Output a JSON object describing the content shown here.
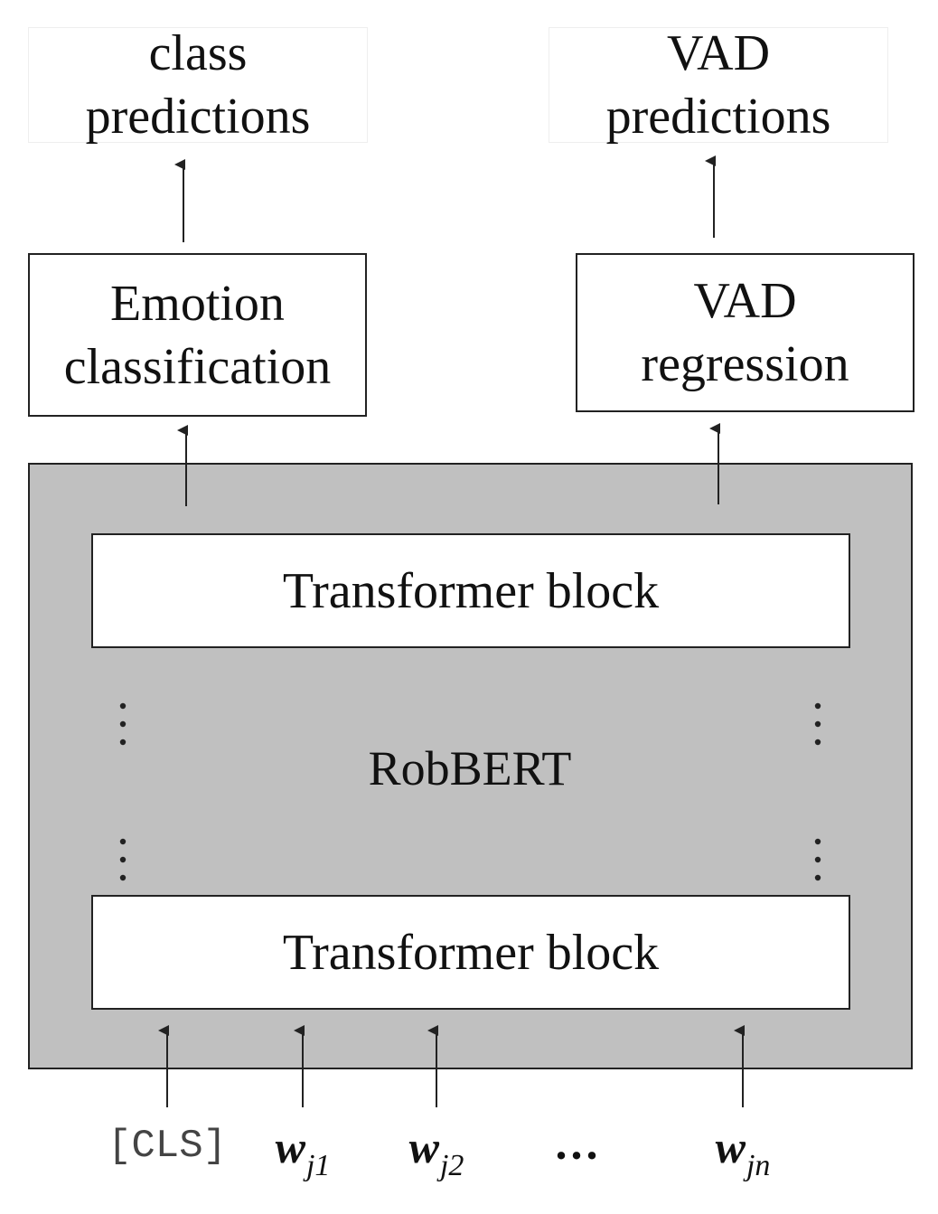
{
  "outputs": {
    "class_predictions": [
      "class",
      "predictions"
    ],
    "vad_predictions": [
      "VAD",
      "predictions"
    ]
  },
  "heads": {
    "emotion_classification": [
      "Emotion",
      "classification"
    ],
    "vad_regression": [
      "VAD",
      "regression"
    ]
  },
  "encoder": {
    "label": "RobBERT",
    "top_block": "Transformer block",
    "bottom_block": "Transformer block"
  },
  "tokens": {
    "cls": "[CLS]",
    "w1_base": "w",
    "w1_sub": "j1",
    "w2_base": "w",
    "w2_sub": "j2",
    "ellipsis": "...",
    "wn_base": "w",
    "wn_sub": "jn"
  },
  "colors": {
    "encoder_fill": "#c0c0c0",
    "stroke": "#222222",
    "box_fill": "#ffffff"
  }
}
